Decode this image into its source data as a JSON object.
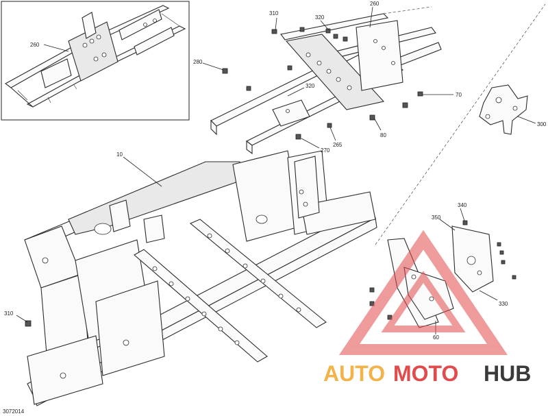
{
  "document_ref": "3072014",
  "callouts": {
    "c10": "10",
    "c60": "60",
    "c70": "70",
    "c80": "80",
    "c260_inset": "260",
    "c260_main": "260",
    "c265": "265",
    "c270": "270",
    "c280": "280",
    "c300": "300",
    "c310_top": "310",
    "c310_left": "310",
    "c320_top": "320",
    "c320_mid": "320",
    "c330": "330",
    "c340": "340",
    "c350": "350"
  },
  "watermark": {
    "part1": "AUTO",
    "part2": "MOTO",
    "part3": "HUB",
    "colors": {
      "auto": "#f2b34a",
      "moto": "#e24b4b",
      "hub": "#3a3a3a",
      "triangle": "#e24b4b"
    }
  }
}
